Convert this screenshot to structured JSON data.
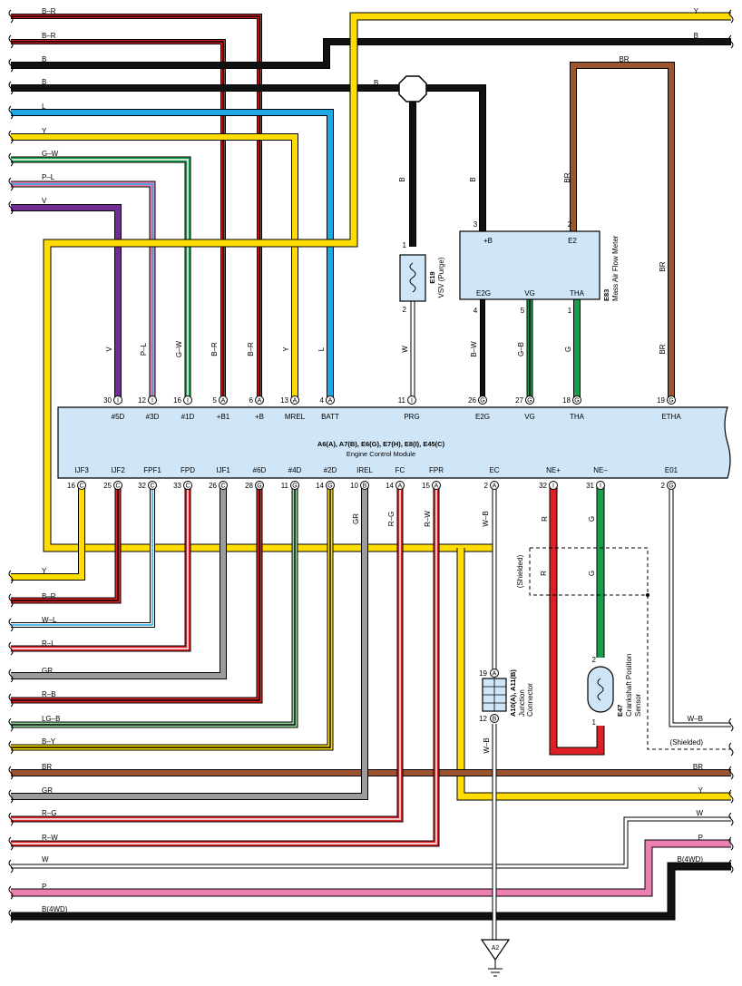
{
  "colors": {
    "R": "#dd1f26",
    "Y": "#ffdd00",
    "B": "#111111",
    "L": "#1fa8e6",
    "G": "#1b9e4b",
    "W": "#ffffff",
    "V": "#6f2c91",
    "P": "#ec7fb2",
    "BR": "#9a5530",
    "GR": "#9b9b9b",
    "LG": "#93d19b",
    "module": "#cfe6f8"
  },
  "ecm": {
    "title": "A6(A), A7(B), E6(G), E7(H), E8(I), E45(C)",
    "subtitle": "Engine Control Module",
    "top_pins": [
      {
        "num": "30",
        "conn": "I",
        "signal": "#5D",
        "wire": "V"
      },
      {
        "num": "12",
        "conn": "I",
        "signal": "#3D",
        "wire": "P–L"
      },
      {
        "num": "16",
        "conn": "I",
        "signal": "#1D",
        "wire": "G–W"
      },
      {
        "num": "5",
        "conn": "A",
        "signal": "+B1",
        "wire": "B–R"
      },
      {
        "num": "6",
        "conn": "A",
        "signal": "+B",
        "wire": "B–R"
      },
      {
        "num": "13",
        "conn": "A",
        "signal": "MREL",
        "wire": "Y"
      },
      {
        "num": "4",
        "conn": "A",
        "signal": "BATT",
        "wire": "L"
      },
      {
        "num": "11",
        "conn": "I",
        "signal": "PRG",
        "wire": "W"
      },
      {
        "num": "26",
        "conn": "G",
        "signal": "E2G",
        "wire": "B–W"
      },
      {
        "num": "27",
        "conn": "G",
        "signal": "VG",
        "wire": "G–B"
      },
      {
        "num": "18",
        "conn": "G",
        "signal": "THA",
        "wire": "G"
      },
      {
        "num": "19",
        "conn": "G",
        "signal": "ETHA",
        "wire": "BR"
      }
    ],
    "bottom_pins": [
      {
        "num": "16",
        "conn": "C",
        "signal": "IJF3"
      },
      {
        "num": "25",
        "conn": "C",
        "signal": "IJF2"
      },
      {
        "num": "32",
        "conn": "C",
        "signal": "FPF1"
      },
      {
        "num": "33",
        "conn": "C",
        "signal": "FPD"
      },
      {
        "num": "26",
        "conn": "C",
        "signal": "IJF1"
      },
      {
        "num": "28",
        "conn": "G",
        "signal": "#6D"
      },
      {
        "num": "11",
        "conn": "G",
        "signal": "#4D"
      },
      {
        "num": "14",
        "conn": "G",
        "signal": "#2D"
      },
      {
        "num": "10",
        "conn": "B",
        "signal": "IREL",
        "wire": "GR"
      },
      {
        "num": "14",
        "conn": "A",
        "signal": "FC",
        "wire": "R–G"
      },
      {
        "num": "15",
        "conn": "A",
        "signal": "FPR",
        "wire": "R–W"
      },
      {
        "num": "2",
        "conn": "A",
        "signal": "EC",
        "wire": "W–B"
      },
      {
        "num": "32",
        "conn": "I",
        "signal": "NE+",
        "wire": "R"
      },
      {
        "num": "31",
        "conn": "I",
        "signal": "NE–",
        "wire": "G"
      },
      {
        "num": "2",
        "conn": "G",
        "signal": "E01"
      }
    ]
  },
  "left_wires_top": [
    "B–R",
    "B–R",
    "B",
    "B",
    "L",
    "Y",
    "G–W",
    "P–L",
    "V"
  ],
  "left_wires_bottom": [
    "Y",
    "B–R",
    "W–L",
    "R–L",
    "GR",
    "R–B",
    "LG–B",
    "B–Y",
    "BR",
    "GR",
    "R–G",
    "R–W",
    "W",
    "P",
    "B(4WD)"
  ],
  "right_wires_top": [
    "Y",
    "B"
  ],
  "right_wires_bottom": [
    "W–B",
    "(Shielded)",
    "BR",
    "Y",
    "W",
    "P",
    "B(4WD)"
  ],
  "junction_label": "B",
  "b_wires": [
    "B",
    "B"
  ],
  "br_top_label": "BR",
  "br_side_label": "BR",
  "shielded_label": "(Shielded)",
  "vsv": {
    "code": "E19",
    "name": "VSV (Purge)",
    "pin_top": "1",
    "pin_bottom": "2"
  },
  "maf": {
    "code": "E83",
    "name": "Mass Air Flow Meter",
    "pins": [
      {
        "num": "3",
        "signal": "+B"
      },
      {
        "num": "2",
        "signal": "E2"
      },
      {
        "num": "4",
        "signal": "E2G"
      },
      {
        "num": "5",
        "signal": "VG"
      },
      {
        "num": "1",
        "signal": "THA"
      }
    ],
    "wire_br": "BR"
  },
  "junction_connector": {
    "code": "A10(A), A11(B)",
    "name": "Junction Connector",
    "pin_top": "19",
    "conn_top": "A",
    "pin_bottom": "12",
    "conn_bottom": "B",
    "wire_below": "W–B"
  },
  "crank_sensor": {
    "code": "E47",
    "name": "Crankshaft Position Sensor",
    "pin_top": "2",
    "pin_bottom": "1"
  },
  "ground": {
    "label": "A2"
  }
}
